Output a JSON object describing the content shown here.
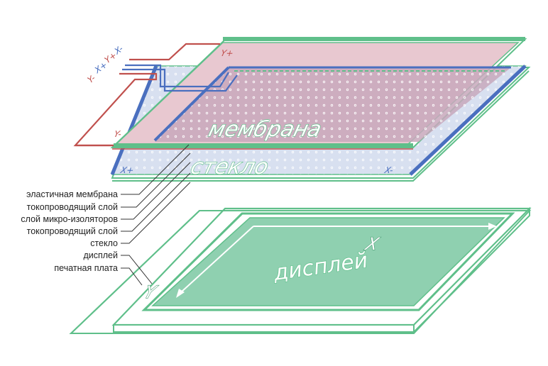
{
  "layers": {
    "membrane": "мембрана",
    "glass": "стекло",
    "display": "дисплей"
  },
  "electrodes": {
    "membrane_top": "Y+",
    "membrane_left": "Y-",
    "glass_left": "X+",
    "glass_right": "X-"
  },
  "wires": [
    "X-",
    "Y+",
    "X+",
    "Y-"
  ],
  "axes": {
    "x": "X",
    "y": "Y"
  },
  "callouts": [
    "эластичная мембрана",
    "токопроводящий слой",
    "слой микро-изоляторов",
    "токопроводящий слой",
    "стекло",
    "дисплей",
    "печатная плата"
  ],
  "colors": {
    "green": "#5fbf8a",
    "red": "#c0504d",
    "blue": "#4a6fbf",
    "membrane_fill": "#e8c8d0",
    "glass_fill": "#d8e0f0",
    "display_fill": "#8fd0b0"
  }
}
